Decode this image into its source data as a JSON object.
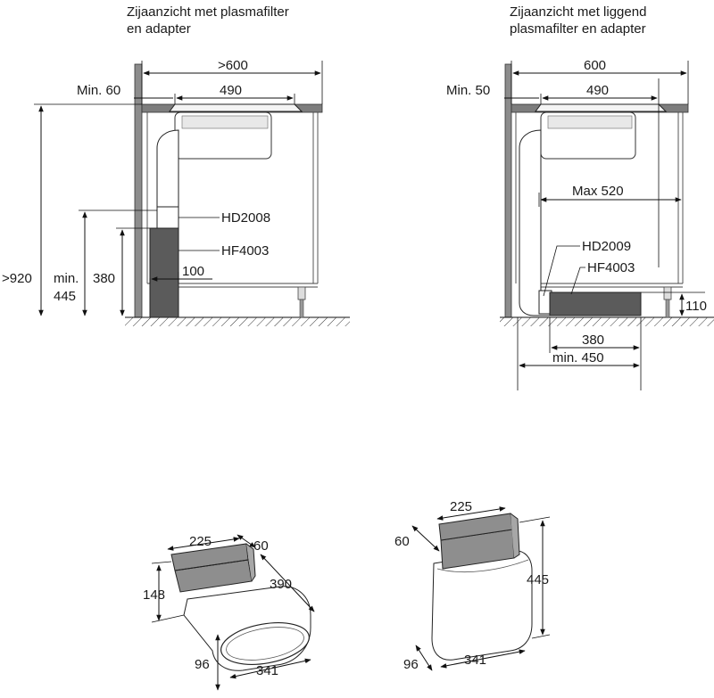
{
  "left_view": {
    "title_line1": "Zijaanzicht met plasmafilter",
    "title_line2": "en adapter",
    "dim_gt600": ">600",
    "dim_min60": "Min. 60",
    "dim_490": "490",
    "label_hd": "HD2008",
    "label_hf": "HF4003",
    "dim_100": "100",
    "dim_gt920": ">920",
    "dim_min": "min.",
    "dim_445": "445",
    "dim_380": "380"
  },
  "right_view": {
    "title_line1": "Zijaanzicht met liggend",
    "title_line2": "plasmafilter en adapter",
    "dim_600": "600",
    "dim_min50": "Min. 50",
    "dim_490": "490",
    "dim_max520": "Max 520",
    "label_hd": "HD2009",
    "label_hf": "HF4003",
    "dim_110": "110",
    "dim_380": "380",
    "dim_min450": "min. 450"
  },
  "iso_left": {
    "dim_225": "225",
    "dim_60": "60",
    "dim_148": "148",
    "dim_390": "390",
    "dim_96": "96",
    "dim_341": "341"
  },
  "iso_right": {
    "dim_225": "225",
    "dim_60": "60",
    "dim_445": "445",
    "dim_96": "96",
    "dim_341": "341"
  }
}
